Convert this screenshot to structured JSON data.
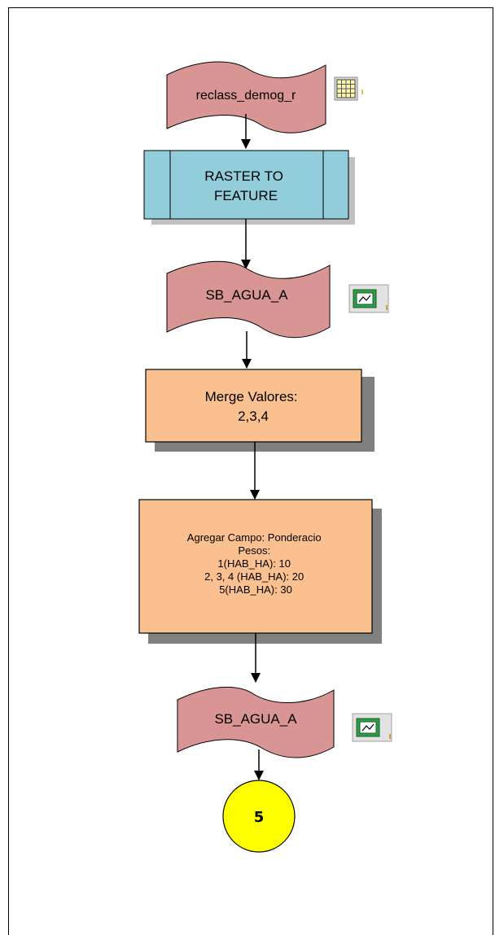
{
  "nodes": {
    "input_raster": {
      "label": "reclass_demog_r",
      "type": "data",
      "icon": "raster-grid-icon"
    },
    "tool_raster_to_feature": {
      "lines": [
        "RASTER TO",
        "FEATURE"
      ],
      "type": "tool"
    },
    "output_feature_1": {
      "label": "SB_AGUA_A",
      "type": "data",
      "icon": "feature-class-icon"
    },
    "process_merge": {
      "lines": [
        "Merge Valores:",
        "2,3,4"
      ],
      "type": "process"
    },
    "process_add_field": {
      "lines": [
        "Agregar Campo: Ponderacio",
        "Pesos:",
        "1(HAB_HA):  10",
        "2, 3, 4 (HAB_HA):  20",
        "5(HAB_HA):  30"
      ],
      "type": "process"
    },
    "output_feature_2": {
      "label": "SB_AGUA_A",
      "type": "data",
      "icon": "feature-class-icon"
    },
    "connector": {
      "label": "5",
      "type": "off-page-connector"
    }
  },
  "colors": {
    "data_fill": "#D99594",
    "tool_fill": "#92CDDC",
    "process_fill": "#FAC090",
    "connector_fill": "#FFFF00",
    "shadow": "#808080",
    "tool_shadow": "#C0C0C0"
  }
}
